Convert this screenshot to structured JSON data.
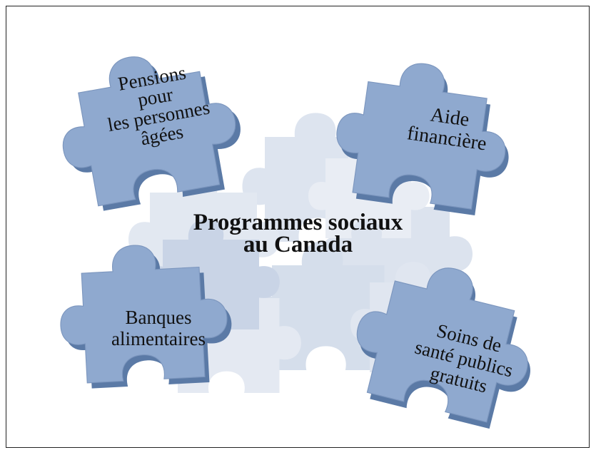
{
  "title": {
    "line1": "Programmes sociaux",
    "line2": "au Canada"
  },
  "pieces": {
    "top_left": {
      "lines": [
        "Pensions",
        "pour",
        "les personnes",
        "âgées"
      ]
    },
    "top_right": {
      "lines": [
        "Aide",
        "financière"
      ]
    },
    "bottom_left": {
      "lines": [
        "Banques",
        "alimentaires"
      ]
    },
    "bottom_right": {
      "lines": [
        "Soins de",
        "santé publics",
        "gratuits"
      ]
    }
  },
  "colors": {
    "piece_fill": "#8fa9cf",
    "piece_shadow": "#5b7aa6",
    "background_piece_light": "#dfe6f0",
    "background_piece_mid": "#c7d3e6",
    "text": "#111111"
  }
}
